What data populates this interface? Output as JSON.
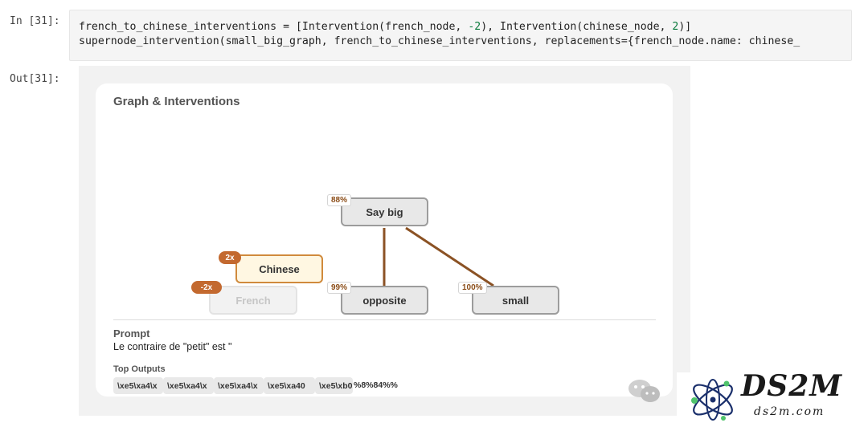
{
  "cell_in": {
    "prompt": "In [31]:",
    "line1": {
      "a": "french_to_chinese_interventions = [Intervention(french_node, ",
      "n1": "-2",
      "b": "), Intervention(chinese_node, ",
      "n2": "2",
      "c": ")]"
    },
    "line2": "supernode_intervention(small_big_graph, french_to_chinese_interventions, replacements={french_node.name: chinese_"
  },
  "cell_out": {
    "prompt": "Out[31]:",
    "title": "Graph & Interventions",
    "nodes": {
      "say_big": {
        "label": "Say big",
        "badge": "88%"
      },
      "chinese": {
        "label": "Chinese",
        "pill": "2x"
      },
      "french": {
        "label": "French",
        "pill": "-2x"
      },
      "opposite": {
        "label": "opposite",
        "badge": "99%"
      },
      "small": {
        "label": "small",
        "badge": "100%"
      }
    },
    "edge_color": "#8b5224",
    "prompt_title": "Prompt",
    "prompt_text": "Le contraire de \"petit\" est \"",
    "top_outputs_title": "Top Outputs",
    "top_outputs": [
      "\\xe5\\xa4\\x",
      "\\xe5\\xa4\\x",
      "\\xe5\\xa4\\x",
      "\\xe5\\xa40",
      "\\xe5\\xb0"
    ],
    "top_outputs_overflow": "%8%84%%"
  },
  "watermark": {
    "logo": "DS2M",
    "site": "ds2m.com"
  }
}
